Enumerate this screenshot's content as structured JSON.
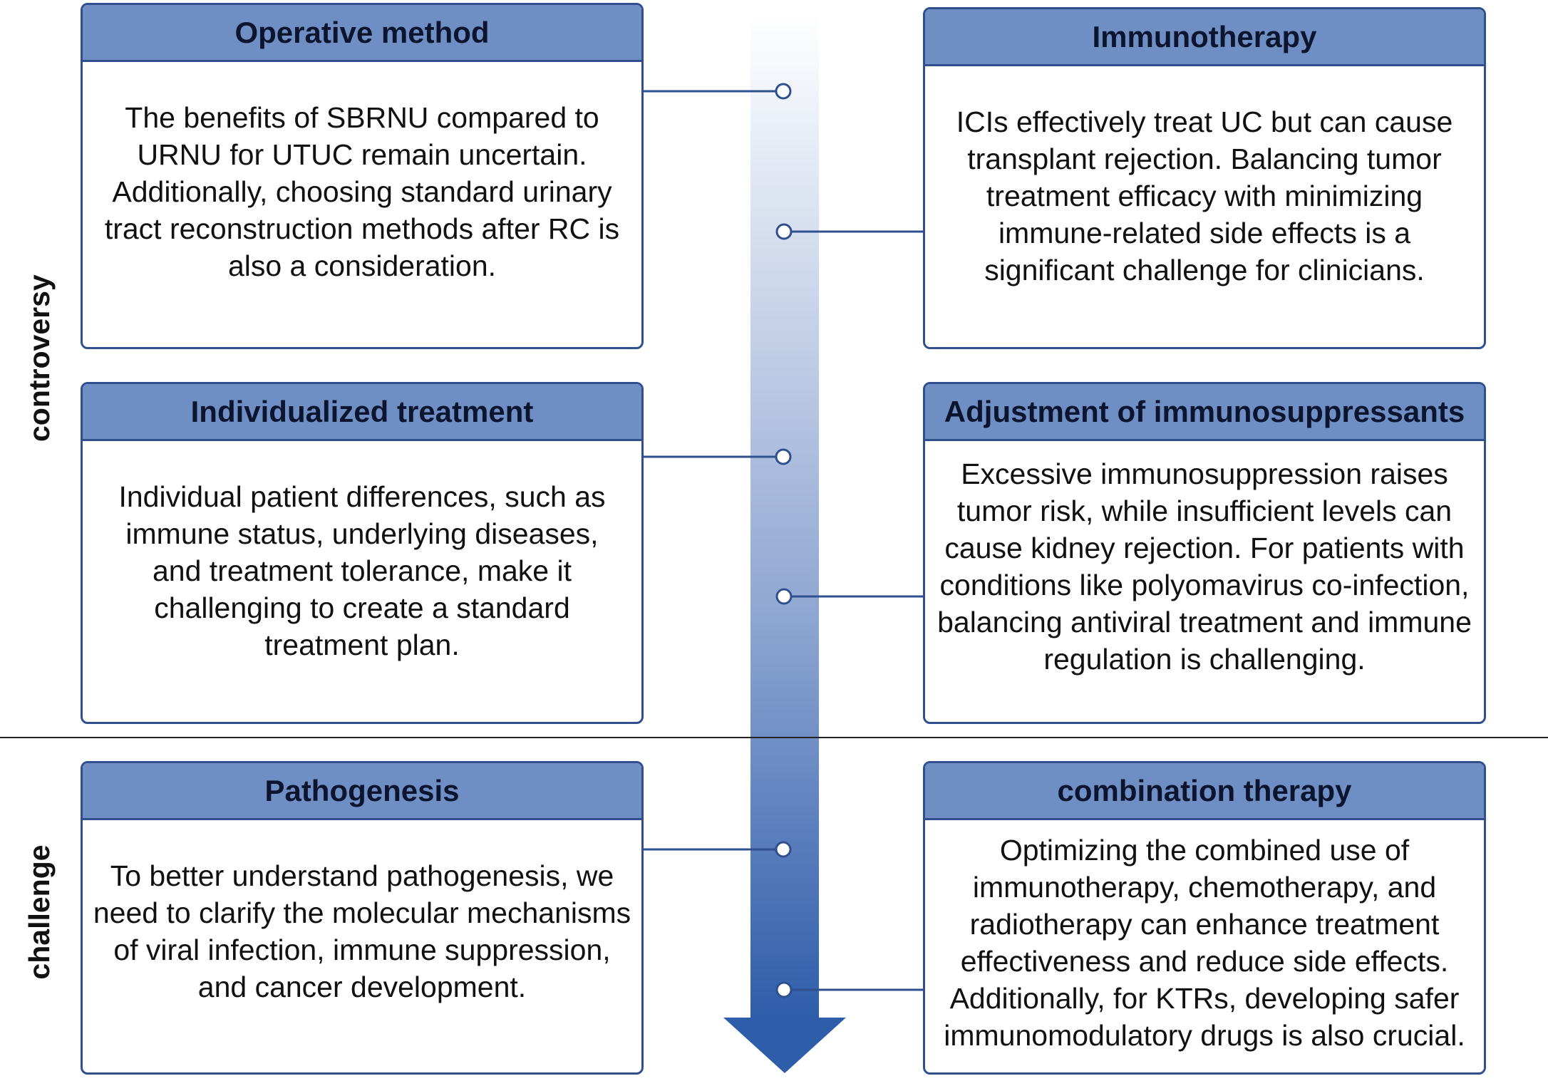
{
  "side_labels": {
    "top": "controversy",
    "bottom": "challenge"
  },
  "boxes": {
    "operative": {
      "title": "Operative method",
      "text": "The benefits of SBRNU compared to URNU for UTUC remain uncertain. Additionally, choosing standard urinary tract reconstruction methods after RC is also a consideration."
    },
    "immunotherapy": {
      "title": "Immunotherapy",
      "text": "ICIs effectively treat UC but can cause transplant rejection. Balancing tumor treatment efficacy with minimizing immune-related side effects is a significant challenge for clinicians."
    },
    "individualized": {
      "title": "Individualized treatment",
      "text": "Individual patient differences, such as immune status, underlying diseases, and treatment tolerance, make it challenging to create a standard treatment plan."
    },
    "immunosuppressants": {
      "title": "Adjustment of immunosuppressants",
      "text": "Excessive immunosuppression raises tumor risk, while insufficient levels can cause kidney rejection. For patients with conditions like polyomavirus co-infection, balancing antiviral treatment and immune regulation is challenging."
    },
    "pathogenesis": {
      "title": "Pathogenesis",
      "text": "To better understand pathogenesis, we need to clarify the molecular mechanisms of viral infection, immune suppression, and cancer development."
    },
    "combination": {
      "title": "combination therapy",
      "text": "Optimizing the combined use of immunotherapy, chemotherapy, and radiotherapy can enhance treatment effectiveness and reduce side effects. Additionally, for KTRs, developing safer immunomodulatory drugs is also crucial."
    }
  },
  "colors": {
    "header_fill": "#6f8fc4",
    "border": "#2f4f8f",
    "arrow_top": "#ffffff",
    "arrow_bottom": "#2e5daa"
  }
}
